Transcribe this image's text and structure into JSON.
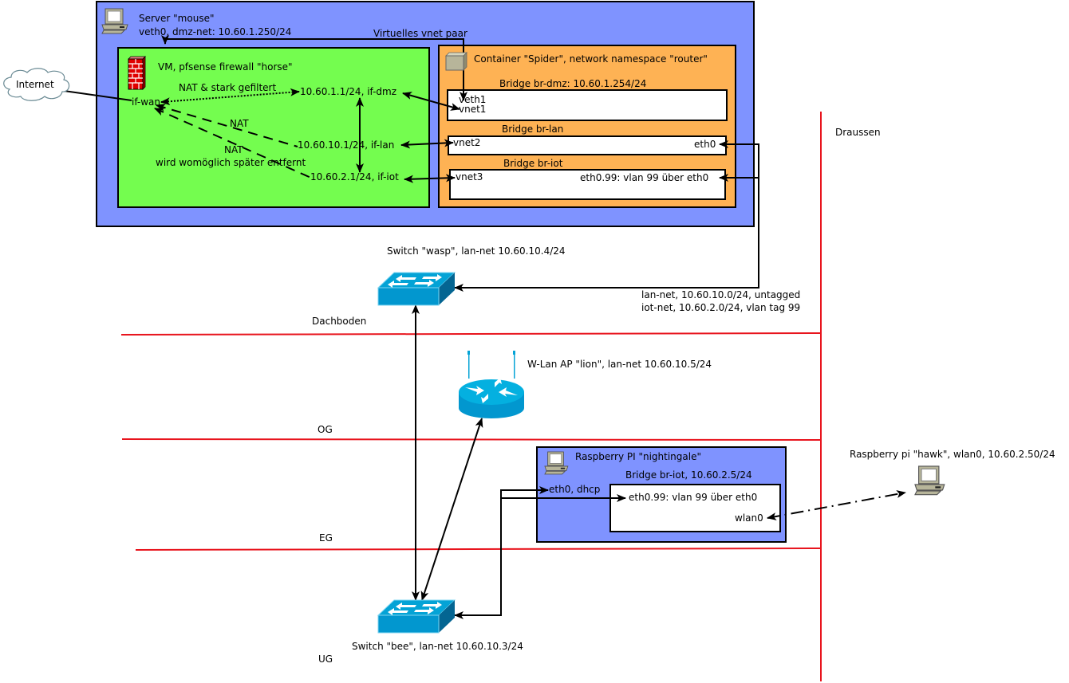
{
  "colors": {
    "server_fill": "#7f93ff",
    "vm_fill": "#74fd4f",
    "container_fill": "#feb254",
    "floor_line": "#e8141d",
    "cisco_blue": "#04a3d6",
    "cisco_dark": "#046592"
  },
  "internet": {
    "label": "Internet",
    "icon": "cloud-icon"
  },
  "server": {
    "title": "Server \"mouse\"",
    "subtitle": "veth0, dmz-net: 10.60.1.250/24",
    "icon": "computer-icon",
    "vnet_pair_label": "Virtuelles vnet paar"
  },
  "vm": {
    "title": "VM, pfsense firewall \"horse\"",
    "icon": "firewall-icon",
    "if_wan": "if-wan",
    "if_dmz": "10.60.1.1/24, if-dmz",
    "if_lan": "10.60.10.1/24, if-lan",
    "if_iot": "10.60.2.1/24, if-iot",
    "edge_dmz": "NAT & stark gefiltert",
    "edge_lan": "NAT",
    "edge_iot": "NAT",
    "edge_iot_note": "wird womöglich später entfernt"
  },
  "container": {
    "title": "Container \"Spider\", network namespace \"router\"",
    "icon": "container-icon",
    "bridges": [
      {
        "title": "Bridge br-dmz: 10.60.1.254/24",
        "left": [
          "veth1",
          "vnet1"
        ],
        "right": ""
      },
      {
        "title": "Bridge br-lan",
        "left": [
          "vnet2"
        ],
        "right": "eth0"
      },
      {
        "title": "Bridge br-iot",
        "left": [
          "vnet3"
        ],
        "right": "eth0.99: vlan 99 über eth0"
      }
    ]
  },
  "trunk": {
    "line1": "lan-net, 10.60.10.0/24, untagged",
    "line2": "iot-net, 10.60.2.0/24, vlan tag 99"
  },
  "switch_wasp": {
    "label": "Switch \"wasp\", lan-net 10.60.10.4/24",
    "icon": "switch-icon"
  },
  "ap_lion": {
    "label": "W-Lan AP \"lion\", lan-net 10.60.10.5/24",
    "icon": "wireless-router-icon"
  },
  "rpi_nightingale": {
    "title": "Raspberry PI \"nightingale\"",
    "icon": "computer-icon",
    "eth0": "eth0, dhcp",
    "bridge_title": "Bridge br-iot, 10.60.2.5/24",
    "bridge_vlan": "eth0.99: vlan 99 über eth0",
    "bridge_wlan": "wlan0"
  },
  "rpi_hawk": {
    "label": "Raspberry pi \"hawk\", wlan0, 10.60.2.50/24",
    "icon": "computer-icon"
  },
  "switch_bee": {
    "label": "Switch \"bee\", lan-net 10.60.10.3/24",
    "icon": "switch-icon"
  },
  "floors": {
    "dachboden": "Dachboden",
    "og": "OG",
    "eg": "EG",
    "ug": "UG",
    "draussen": "Draussen"
  }
}
